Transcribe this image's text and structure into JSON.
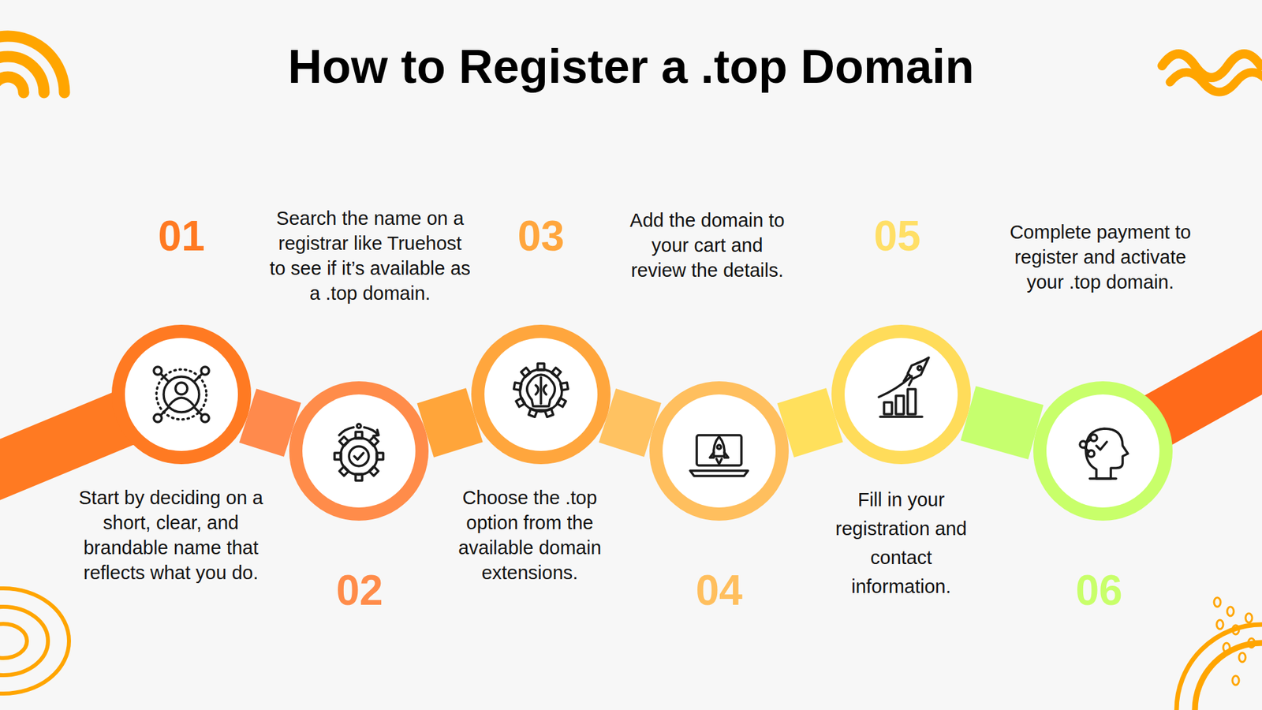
{
  "diagram": {
    "title": "How to Register a .top Domain",
    "nodes": [
      {
        "text": [
          "01",
          "Start by deciding on a short, clear, and brandable name that reflects what you do."
        ]
      },
      {
        "text": [
          "02",
          "Search the name on a registrar like Truehost to see if it’s available as a .top domain."
        ]
      },
      {
        "text": [
          "03",
          "Choose the .top option from the available domain extensions."
        ]
      },
      {
        "text": [
          "04",
          "Add the domain to your cart and review the details."
        ]
      },
      {
        "text": [
          "05",
          "Fill in your registration and contact information."
        ]
      },
      {
        "text": [
          "06",
          "Complete payment to register and activate your .top domain."
        ]
      }
    ],
    "edges": [
      {
        "from": 0,
        "to": 1,
        "arrow": "none"
      },
      {
        "from": 1,
        "to": 2,
        "arrow": "none"
      },
      {
        "from": 2,
        "to": 3,
        "arrow": "none"
      },
      {
        "from": 3,
        "to": 4,
        "arrow": "none"
      },
      {
        "from": 4,
        "to": 5,
        "arrow": "none"
      }
    ]
  }
}
